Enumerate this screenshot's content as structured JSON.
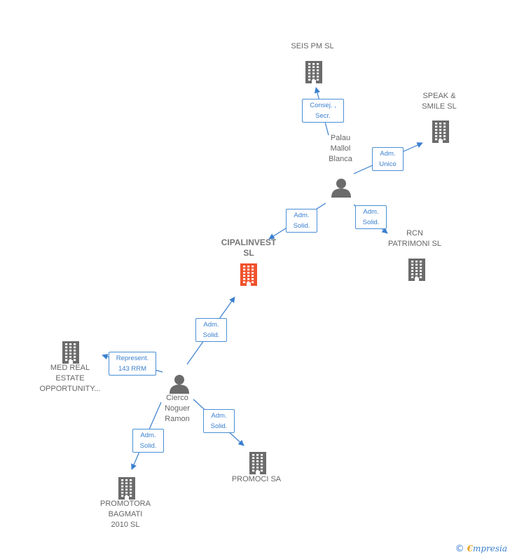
{
  "colors": {
    "edge": "#3a7fd0",
    "icon": "#6b6b6b",
    "focus": "#f0522c"
  },
  "nodes": [
    {
      "id": "cipalinvest",
      "label": "CIPALINVEST\nSL",
      "kind": "company",
      "focus": true
    },
    {
      "id": "seis_pm",
      "label": "SEIS PM  SL",
      "kind": "company"
    },
    {
      "id": "speak_smile",
      "label": "SPEAK &\nSMILE SL",
      "kind": "company"
    },
    {
      "id": "palau",
      "label": "Palau\nMallol\nBlanca",
      "kind": "person"
    },
    {
      "id": "rcn",
      "label": "RCN\nPATRIMONI SL",
      "kind": "company"
    },
    {
      "id": "med_real",
      "label": "MED REAL\nESTATE\nOPPORTUNITY...",
      "kind": "company"
    },
    {
      "id": "cierco",
      "label": "Cierco\nNoguer\nRamon",
      "kind": "person"
    },
    {
      "id": "promoci",
      "label": "PROMOCI SA",
      "kind": "company"
    },
    {
      "id": "promotora",
      "label": "PROMOTORA\nBAGMATI\n2010 SL",
      "kind": "company"
    }
  ],
  "edges": [
    {
      "from": "palau",
      "to": "seis_pm",
      "label": "Consej. ,\nSecr."
    },
    {
      "from": "palau",
      "to": "speak_smile",
      "label": "Adm.\nUnico"
    },
    {
      "from": "palau",
      "to": "cipalinvest",
      "label": "Adm.\nSolid."
    },
    {
      "from": "palau",
      "to": "rcn",
      "label": "Adm.\nSolid."
    },
    {
      "from": "cierco",
      "to": "cipalinvest",
      "label": "Adm.\nSolid."
    },
    {
      "from": "cierco",
      "to": "med_real",
      "label": "Represent.\n143 RRM"
    },
    {
      "from": "cierco",
      "to": "promoci",
      "label": "Adm.\nSolid."
    },
    {
      "from": "cierco",
      "to": "promotora",
      "label": "Adm.\nSolid."
    }
  ],
  "credit": {
    "symbol": "©",
    "brand_initial": "€",
    "brand_rest": "mpresia"
  }
}
